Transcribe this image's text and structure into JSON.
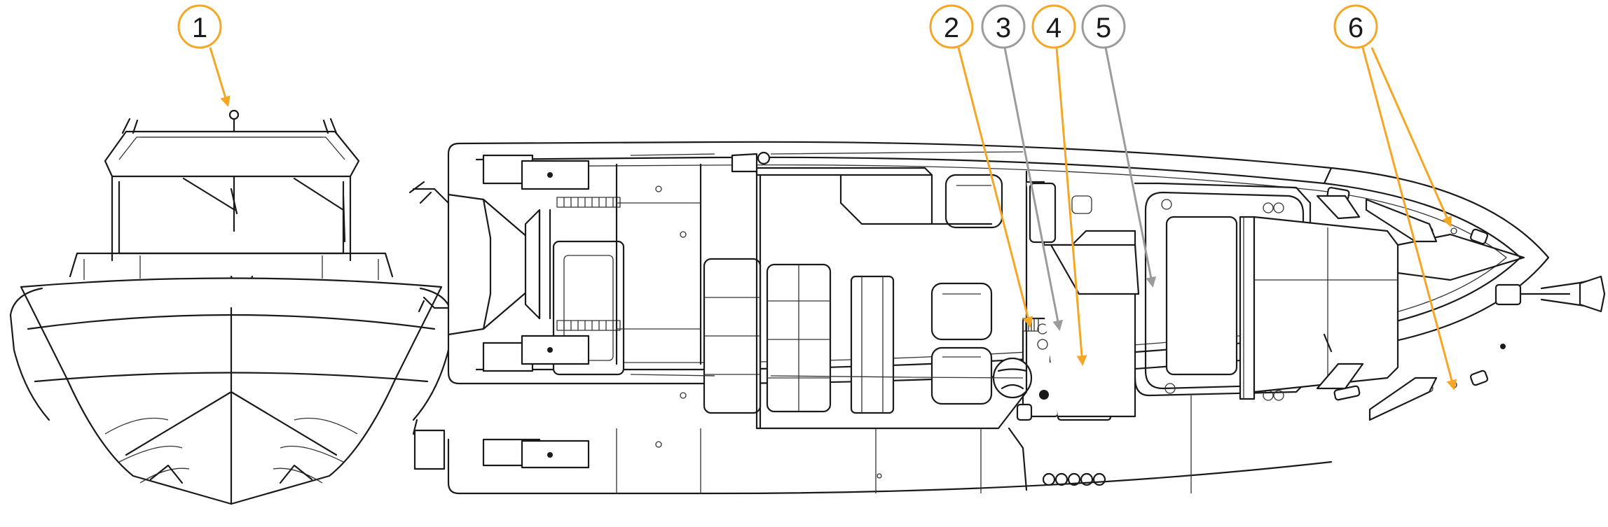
{
  "colors": {
    "orange": "#f5a623",
    "gray": "#9b9b9b",
    "outline": "#1a1a1a"
  },
  "callouts": [
    {
      "label": "1",
      "color": "orange"
    },
    {
      "label": "2",
      "color": "orange"
    },
    {
      "label": "3",
      "color": "gray"
    },
    {
      "label": "4",
      "color": "orange"
    },
    {
      "label": "5",
      "color": "gray"
    },
    {
      "label": "6",
      "color": "orange"
    }
  ]
}
